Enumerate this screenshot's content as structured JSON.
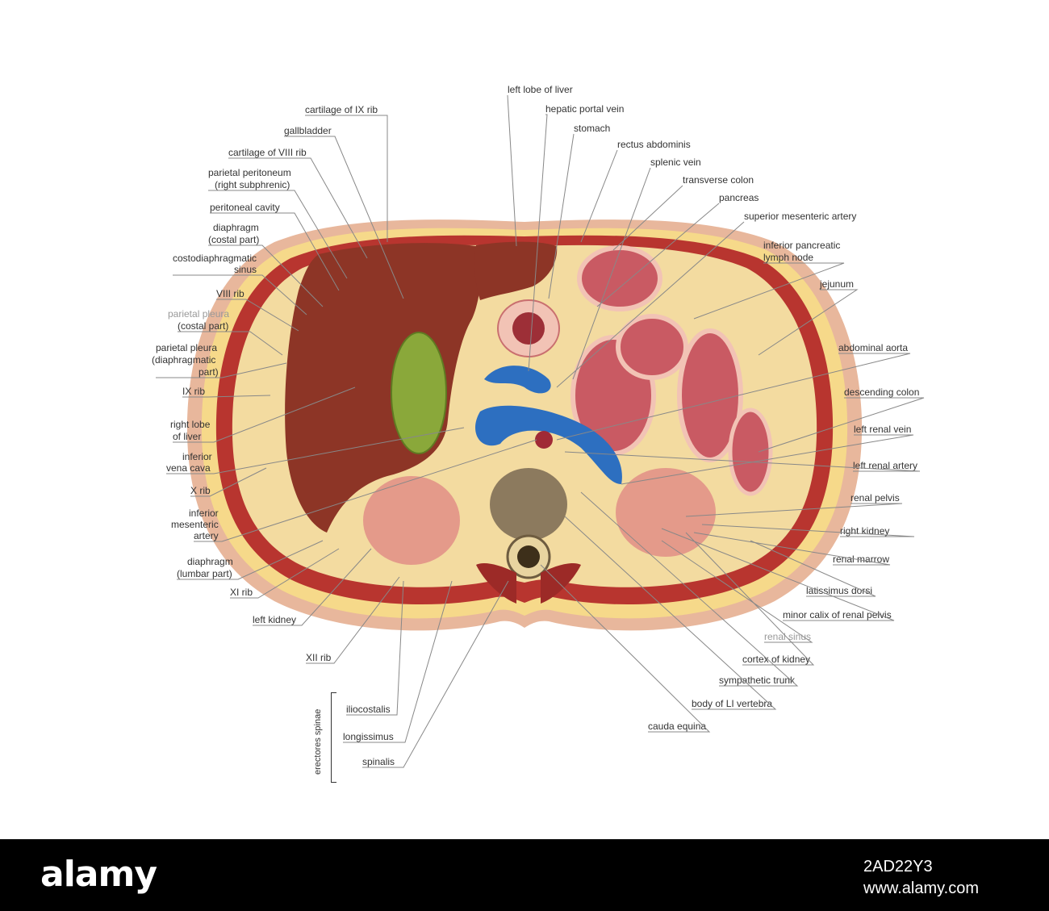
{
  "labels": {
    "cartilage_ix_rib": "cartilage of IX rib",
    "gallbladder": "gallbladder",
    "cartilage_viii_rib": "cartilage of VIII rib",
    "parietal_peritoneum_1": "parietal peritoneum",
    "parietal_peritoneum_2": "(right subphrenic)",
    "peritoneal_cavity": "peritoneal cavity",
    "diaphragm_costal_1": "diaphragm",
    "diaphragm_costal_2": "(costal part)",
    "costodiaphragmatic_1": "costodiaphragmatic",
    "costodiaphragmatic_2": "sinus",
    "viii_rib": "VIII rib",
    "parietal_pleura_costal_1": "parietal pleura",
    "parietal_pleura_costal_2": "(costal part)",
    "parietal_pleura_diaph_1": "parietal pleura",
    "parietal_pleura_diaph_2": "(diaphragmatic",
    "parietal_pleura_diaph_3": "part)",
    "ix_rib": "IX rib",
    "right_lobe_1": "right lobe",
    "right_lobe_2": "of liver",
    "ivc_1": "inferior",
    "ivc_2": "vena cava",
    "x_rib": "X rib",
    "ima_1": "inferior",
    "ima_2": "mesenteric",
    "ima_3": "artery",
    "diaphragm_lumbar_1": "diaphragm",
    "diaphragm_lumbar_2": "(lumbar part)",
    "xi_rib": "XI rib",
    "left_kidney": "left kidney",
    "xii_rib": "XII rib",
    "iliocostalis": "iliocostalis",
    "longissimus": "longissimus",
    "spinalis": "spinalis",
    "erectores_spinae": "erectores spinae",
    "left_lobe_liver": "left lobe of liver",
    "hepatic_portal_vein": "hepatic portal vein",
    "stomach": "stomach",
    "rectus_abdominis": "rectus abdominis",
    "splenic_vein": "splenic vein",
    "transverse_colon": "transverse colon",
    "pancreas": "pancreas",
    "sma": "superior mesenteric artery",
    "inf_pancreatic_1": "inferior pancreatic",
    "inf_pancreatic_2": "lymph node",
    "jejunum": "jejunum",
    "abdominal_aorta": "abdominal aorta",
    "descending_colon": "descending colon",
    "left_renal_vein": "left renal vein",
    "left_renal_artery": "left renal artery",
    "renal_pelvis": "renal pelvis",
    "right_kidney": "right kidney",
    "renal_marrow": "renal marrow",
    "latissimus_dorsi": "latissimus dorsi",
    "minor_calix": "minor calix of renal pelvis",
    "renal_sinus": "renal sinus",
    "cortex_kidney": "cortex of kidney",
    "sympathetic_trunk": "sympathetic trunk",
    "body_li_vertebra": "body of LI vertebra",
    "cauda_equina": "cauda equina"
  },
  "watermark": {
    "logo": "alamy",
    "image_id": "2AD22Y3",
    "url": "www.alamy.com"
  },
  "colors": {
    "skin": "#e8b79c",
    "fat": "#f6d98a",
    "muscle": "#b8352f",
    "liver": "#8d3526",
    "gallbladder": "#8aa83a",
    "vein": "#2d6fc0",
    "kidney": "#e49a8a",
    "bowel": "#c95a63",
    "vertebra": "#8c7a5e"
  }
}
